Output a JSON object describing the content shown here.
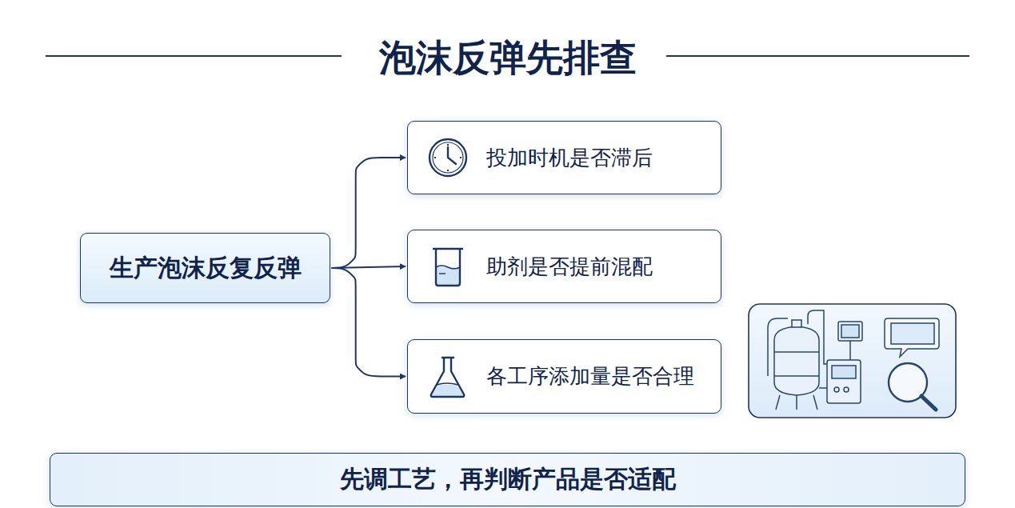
{
  "diagram": {
    "title": "泡沫反弹先排查",
    "nodes": [
      {
        "text": [
          "生产泡沫反复反弹"
        ]
      },
      {
        "text": [
          "投加时机是否滞后"
        ]
      },
      {
        "text": [
          "助剂是否提前混配"
        ]
      },
      {
        "text": [
          "各工序添加量是否合理"
        ]
      },
      {
        "text": [
          "先调工艺，再判断产品是否适配"
        ]
      }
    ],
    "edges": [
      {
        "from": 0,
        "to": 1,
        "arrow": "to"
      },
      {
        "from": 0,
        "to": 2,
        "arrow": "to"
      },
      {
        "from": 0,
        "to": 3,
        "arrow": "to"
      }
    ]
  }
}
